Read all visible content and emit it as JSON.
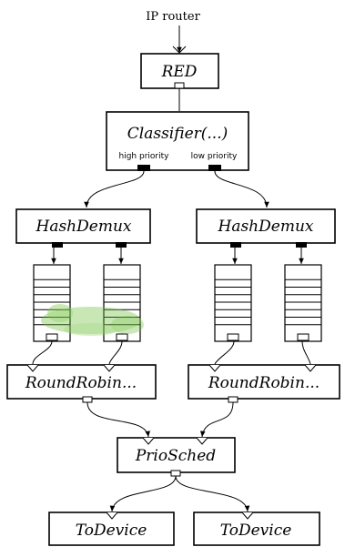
{
  "diagram": {
    "source_label": "IP router",
    "nodes": {
      "red": "RED",
      "classifier": "Classifier(...)",
      "classifier_port_high": "high priority",
      "classifier_port_low": "low priority",
      "hashdemux_left": "HashDemux",
      "hashdemux_right": "HashDemux",
      "roundrobin_left": "RoundRobin...",
      "roundrobin_right": "RoundRobin...",
      "priosched": "PrioSched",
      "todevice_left": "ToDevice",
      "todevice_right": "ToDevice"
    },
    "colors": {
      "stroke": "#000000",
      "background": "#ffffff",
      "blob": "#6fbf3f"
    },
    "queue_icon": "fifo-queue-icon"
  }
}
